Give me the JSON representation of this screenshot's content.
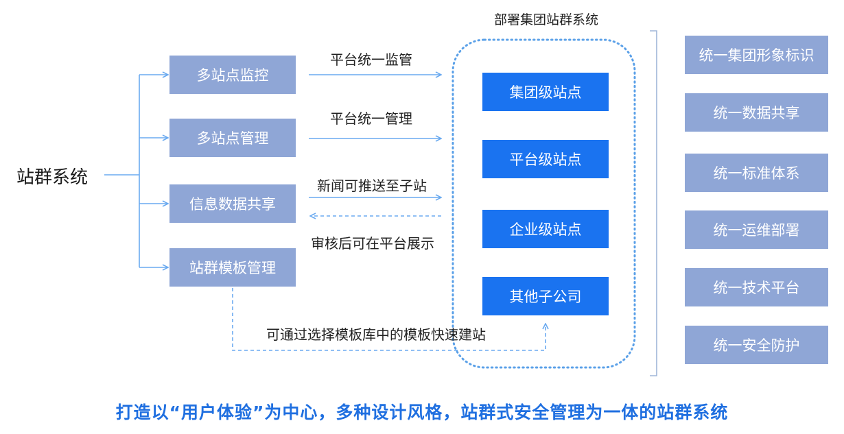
{
  "root": {
    "label": "站群系统"
  },
  "functions": [
    {
      "label": "多站点监控"
    },
    {
      "label": "多站点管理"
    },
    {
      "label": "信息数据共享"
    },
    {
      "label": "站群模板管理"
    }
  ],
  "edges": {
    "monitor": "平台统一监管",
    "manage": "平台统一管理",
    "push": "新闻可推送至子站",
    "review": "审核后可在平台展示",
    "template": "可通过选择模板库中的模板快速建站"
  },
  "deploy": {
    "title": "部署集团站群系统",
    "sites": [
      {
        "label": "集团级站点"
      },
      {
        "label": "平台级站点"
      },
      {
        "label": "企业级站点"
      },
      {
        "label": "其他子公司"
      }
    ]
  },
  "unified": [
    {
      "label": "统一集团形象标识"
    },
    {
      "label": "统一数据共享"
    },
    {
      "label": "统一标准体系"
    },
    {
      "label": "统一运维部署"
    },
    {
      "label": "统一技术平台"
    },
    {
      "label": "统一安全防护"
    }
  ],
  "footer": "打造以“用户体验”为中心，多种设计风格，站群式安全管理为一体的站群系统",
  "colors": {
    "function_box": "#8fa6d6",
    "site_box": "#1a73f0",
    "arrow": "#6aaaf0",
    "footer_text": "#1f6fe0"
  }
}
